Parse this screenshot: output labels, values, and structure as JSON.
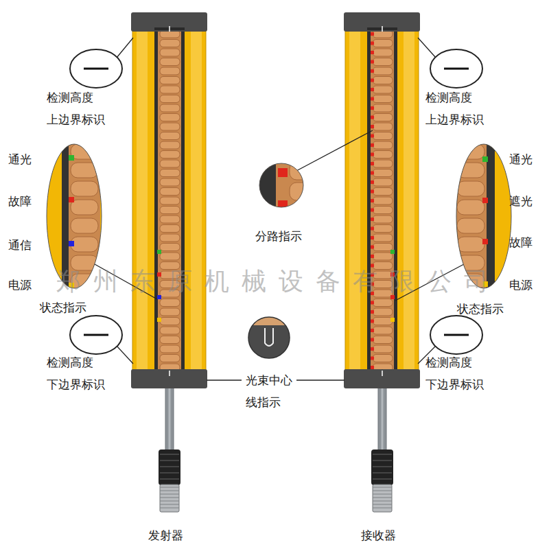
{
  "diagram": {
    "labels": [
      "检测高度 上边界标识",
      "通光",
      "故障",
      "通信",
      "电源",
      "状态指示",
      "检测高度 下边界标识",
      "分路指示",
      "光束中心 线指示",
      "检测高度 上边界标识",
      "通光",
      "遮光",
      "故障",
      "电源",
      "状态指示",
      "检测高度 下边界标识",
      "发射器",
      "接收器",
      "郑州东原机械设备有限公司"
    ]
  }
}
